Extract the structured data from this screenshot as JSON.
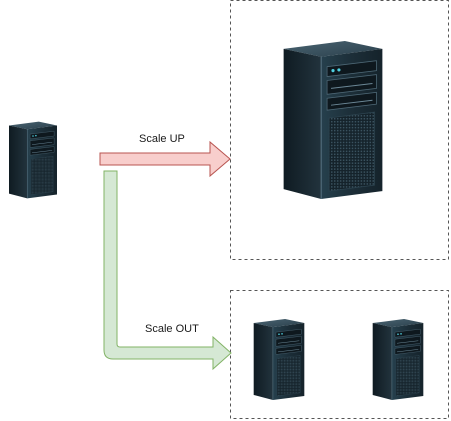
{
  "diagram": {
    "labels": {
      "scale_up": "Scale UP",
      "scale_out": "Scale OUT"
    },
    "nodes": [
      {
        "id": "source-server",
        "kind": "tower-server"
      },
      {
        "id": "scaled-up-server",
        "kind": "tower-server",
        "container": "scale-up-group"
      },
      {
        "id": "scaled-out-server-1",
        "kind": "tower-server",
        "container": "scale-out-group"
      },
      {
        "id": "scaled-out-server-2",
        "kind": "tower-server",
        "container": "scale-out-group"
      }
    ],
    "edges": [
      {
        "from": "source-server",
        "to": "scale-up-group",
        "label_key": "scale_up"
      },
      {
        "from": "source-server",
        "to": "scale-out-group",
        "label_key": "scale_out"
      }
    ],
    "colors": {
      "scale_up_arrow_fill": "#f8cecc",
      "scale_up_arrow_stroke": "#b85450",
      "scale_out_arrow_fill": "#d5e8d4",
      "scale_out_arrow_stroke": "#82b366",
      "group_border": "#555555",
      "server_body": "#1d2d36",
      "server_highlight": "#3d5563"
    }
  }
}
